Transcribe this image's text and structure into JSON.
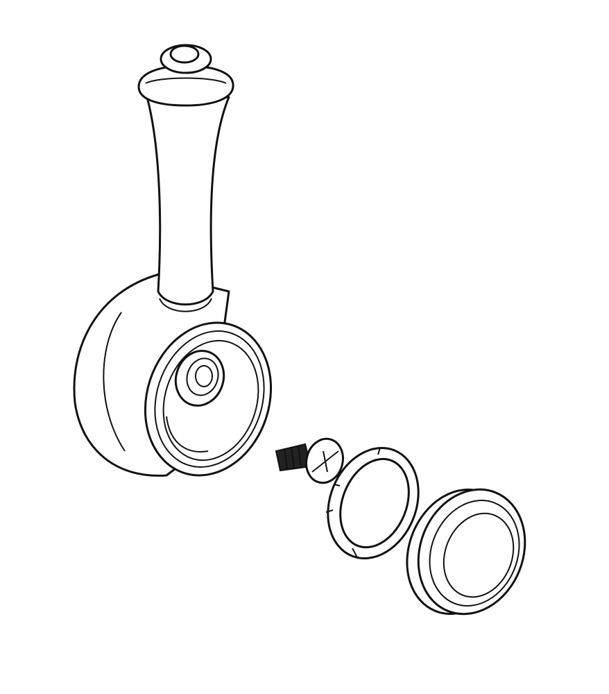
{
  "diagram": {
    "type": "exploded-view line drawing",
    "parts": [
      "lever-handle",
      "handle-body",
      "screw",
      "retaining-ring",
      "cap"
    ],
    "colors": {
      "line": "#111111",
      "background": "#ffffff"
    }
  }
}
